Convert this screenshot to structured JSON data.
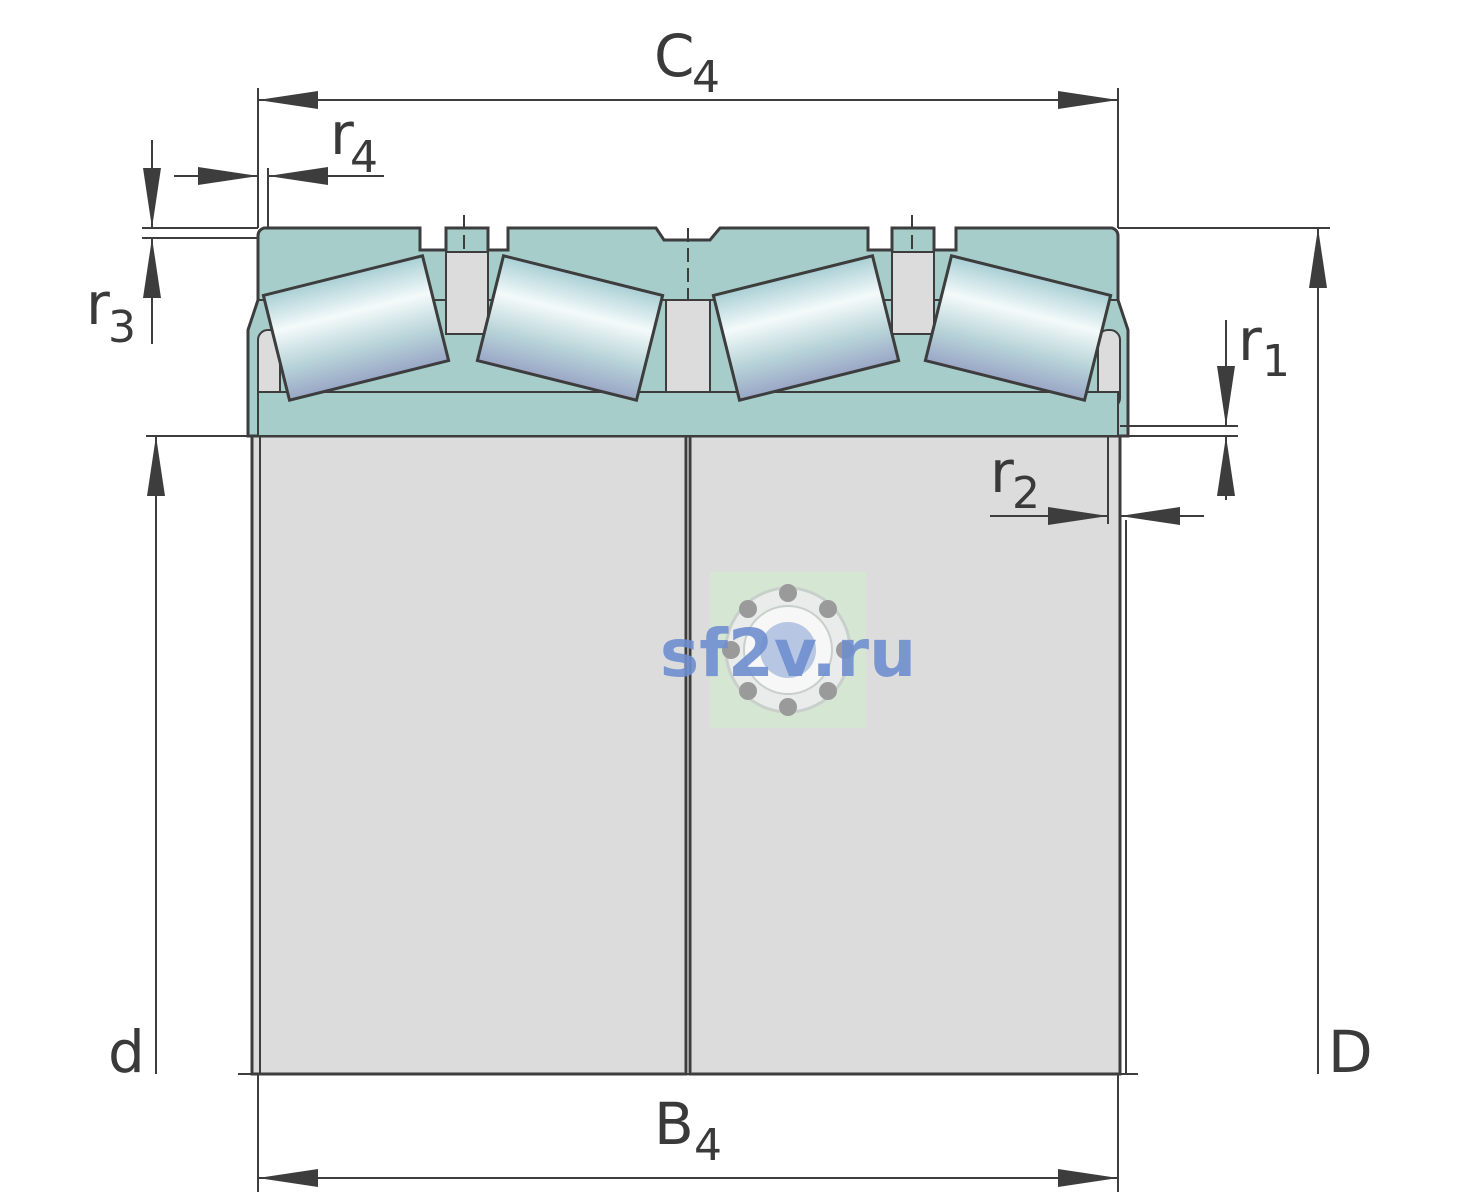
{
  "colors": {
    "ring_fill": "#a7cdcb",
    "bore_fill": "#dcdcdc",
    "line": "#3d3d3d",
    "watermark_text": "#6f8ecf"
  },
  "labels": {
    "c4": {
      "main": "C",
      "sub": "4"
    },
    "b4": {
      "main": "B",
      "sub": "4"
    },
    "r1": {
      "main": "r",
      "sub": "1"
    },
    "r2": {
      "main": "r",
      "sub": "2"
    },
    "r3": {
      "main": "r",
      "sub": "3"
    },
    "r4": {
      "main": "r",
      "sub": "4"
    },
    "d": "d",
    "D": "D"
  },
  "watermark": {
    "text": "sf2v.ru",
    "icon": "ball-bearing-icon"
  }
}
